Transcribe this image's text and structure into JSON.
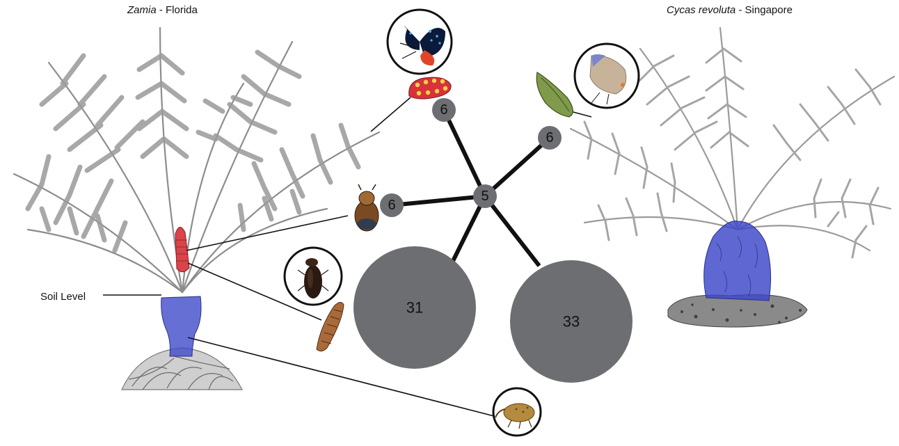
{
  "titles": {
    "left": {
      "genus": "Zamia",
      "location": " - Florida"
    },
    "right": {
      "genus": "Cycas revoluta",
      "location": " - Singapore"
    }
  },
  "soil_label": "Soil Level",
  "network": {
    "center": {
      "label": "5"
    },
    "nodes": [
      {
        "id": "butterfly-caterpillar",
        "label": "6"
      },
      {
        "id": "blue-butterfly-pupa",
        "label": "6"
      },
      {
        "id": "weevil-small",
        "label": "6"
      },
      {
        "id": "beetle-larva",
        "label": "31"
      },
      {
        "id": "cycad-only",
        "label": "33"
      }
    ]
  },
  "colors": {
    "node_fill": "#6d6e71",
    "edge": "#111111",
    "stem_highlight": "#3a46c8",
    "cone": "#d9434a",
    "foliage": "#8c8c8c"
  },
  "icons": [
    "atala-butterfly-icon",
    "atala-caterpillar-icon",
    "blue-butterfly-icon",
    "pupa-icon",
    "weevil-icon",
    "beetle-icon",
    "larva-icon",
    "snout-weevil-icon"
  ]
}
